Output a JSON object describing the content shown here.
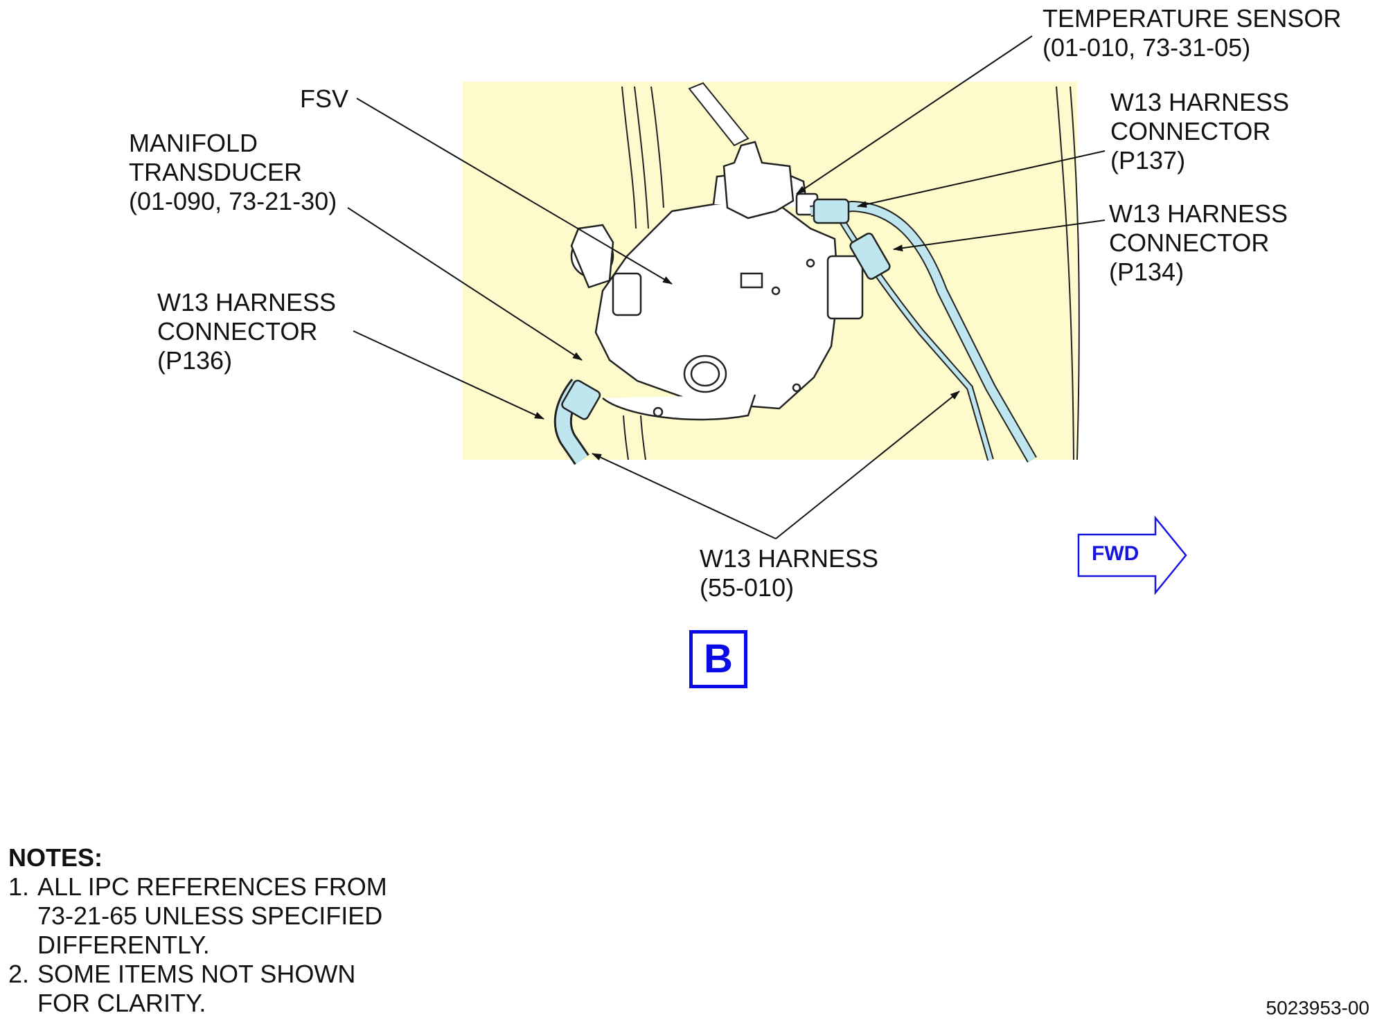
{
  "labels": {
    "temp_sensor": {
      "line1": "TEMPERATURE SENSOR",
      "line2": "(01-010, 73-31-05)"
    },
    "fsv": "FSV",
    "manifold": {
      "line1": "MANIFOLD",
      "line2": "TRANSDUCER",
      "line3": "(01-090, 73-21-30)"
    },
    "p137": {
      "line1": "W13 HARNESS",
      "line2": "CONNECTOR",
      "line3": "(P137)"
    },
    "p134": {
      "line1": "W13 HARNESS",
      "line2": "CONNECTOR",
      "line3": "(P134)"
    },
    "p136": {
      "line1": "W13 HARNESS",
      "line2": "CONNECTOR",
      "line3": "(P136)"
    },
    "harness": {
      "line1": "W13 HARNESS",
      "line2": "(55-010)"
    }
  },
  "view_letter": "B",
  "fwd": "FWD",
  "notes": {
    "heading": "NOTES:",
    "items": [
      {
        "num": "1.",
        "lines": [
          "ALL IPC REFERENCES FROM",
          "73-21-65 UNLESS SPECIFIED",
          "DIFFERENTLY."
        ]
      },
      {
        "num": "2.",
        "lines": [
          "SOME ITEMS NOT SHOWN",
          "FOR CLARITY."
        ]
      }
    ]
  },
  "figure_number": "5023953-00",
  "colors": {
    "highlight": "#fdfbcb",
    "harness": "#bfe6ef",
    "blue": "#0a0ae6",
    "ink": "#111111"
  }
}
